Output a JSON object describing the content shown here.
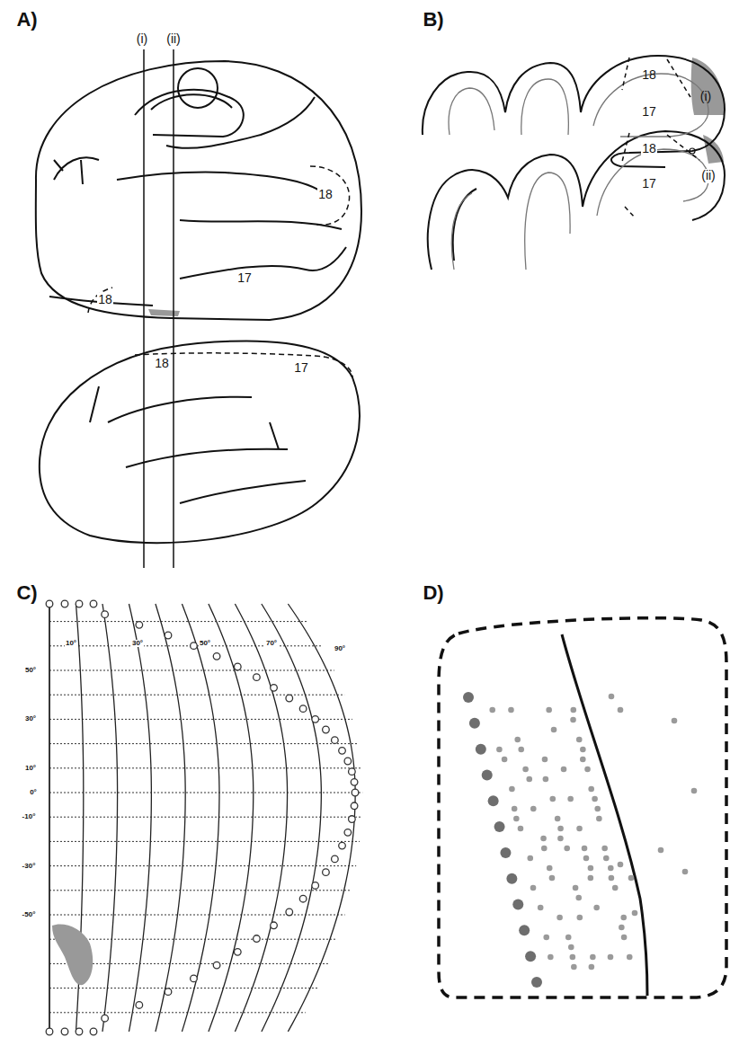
{
  "diagram": {
    "labels": [
      "A)",
      "B)",
      "(i)",
      "(ii)",
      "18",
      "18",
      "17",
      "18",
      "17",
      "18",
      "(i)",
      "17",
      "18",
      "(ii)",
      "17",
      "C)",
      "D)",
      "50°",
      "30°",
      "10°",
      "0°",
      "-10°",
      "-30°",
      "-50°",
      "10°",
      "30°",
      "50°",
      "70°",
      "90°"
    ]
  }
}
